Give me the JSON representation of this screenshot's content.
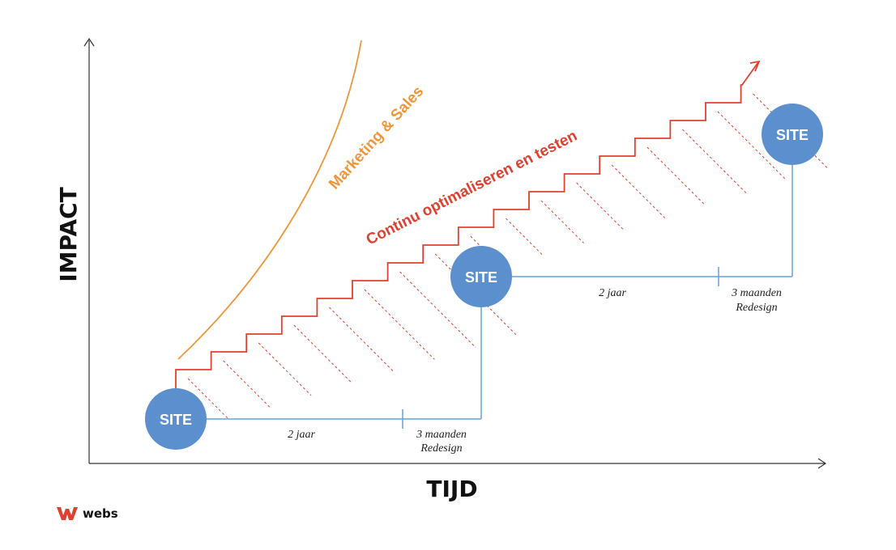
{
  "axes": {
    "y_label": "IMPACT",
    "x_label": "TIJD"
  },
  "curves": {
    "marketing_label": "Marketing & Sales",
    "optimization_label": "Continu optimaliseren en testen"
  },
  "sites": {
    "site_label": "SITE"
  },
  "timeline": {
    "period_label": "2 jaar",
    "redesign_duration": "3 maanden",
    "redesign_label": "Redesign"
  },
  "brand": {
    "name": "webs"
  },
  "colors": {
    "site_blue": "#5b8fcd",
    "line_blue": "#6aa0d8",
    "marketing_orange": "#f0963a",
    "optimize_red": "#e0402f",
    "axis": "#333333"
  },
  "icons": {
    "brand_logo": "webs-w-logo",
    "axis_arrows": "arrow-icon"
  }
}
